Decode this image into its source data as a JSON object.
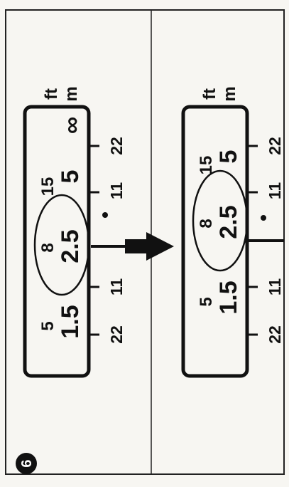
{
  "figure": {
    "step_number": "6",
    "left_scale": {
      "units": {
        "ft": "ft",
        "m": "m"
      },
      "ft_values": [
        "5",
        "8",
        "15",
        "∞"
      ],
      "m_values": [
        "1.5",
        "2.5",
        "5"
      ],
      "dof_marks": [
        "22",
        "11",
        "11",
        "22"
      ]
    },
    "right_scale": {
      "units": {
        "ft": "ft",
        "m": "m"
      },
      "ft_values": [
        "5",
        "8",
        "15"
      ],
      "m_values": [
        "1.5",
        "2.5",
        "5"
      ],
      "dof_marks": [
        "22",
        "11",
        "11",
        "22"
      ]
    }
  }
}
